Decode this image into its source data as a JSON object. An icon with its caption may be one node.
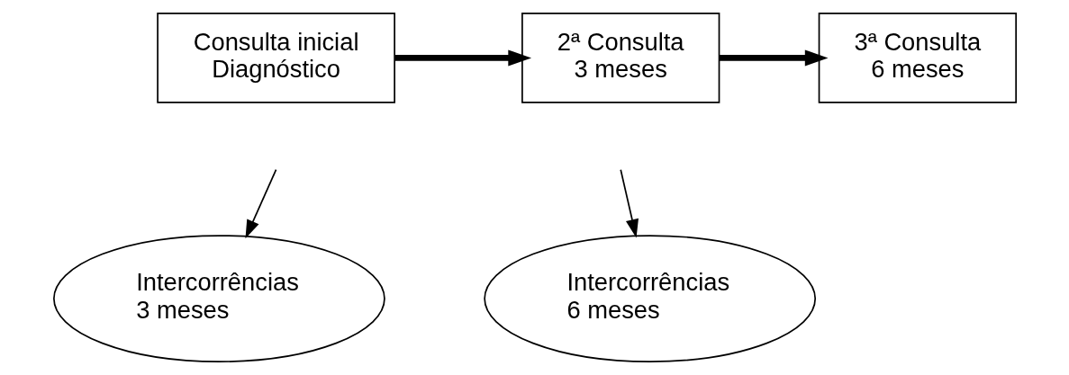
{
  "diagram": {
    "nodes": [
      {
        "text": [
          "Consulta inicial",
          "Diagnóstico"
        ]
      },
      {
        "text": [
          "2ª Consulta",
          "3 meses"
        ]
      },
      {
        "text": [
          "3ª Consulta",
          "6 meses"
        ]
      },
      {
        "text": [
          "Intercorrências",
          "3 meses"
        ]
      },
      {
        "text": [
          "Intercorrências",
          "6 meses"
        ]
      }
    ],
    "edges": [
      {
        "from": 0,
        "to": 1,
        "arrow": "to",
        "style": "thick"
      },
      {
        "from": null,
        "to": 3,
        "arrow": "to"
      },
      {
        "from": 1,
        "to": 2,
        "arrow": "to",
        "style": "thick"
      },
      {
        "from": null,
        "to": 4,
        "arrow": "to"
      }
    ]
  }
}
